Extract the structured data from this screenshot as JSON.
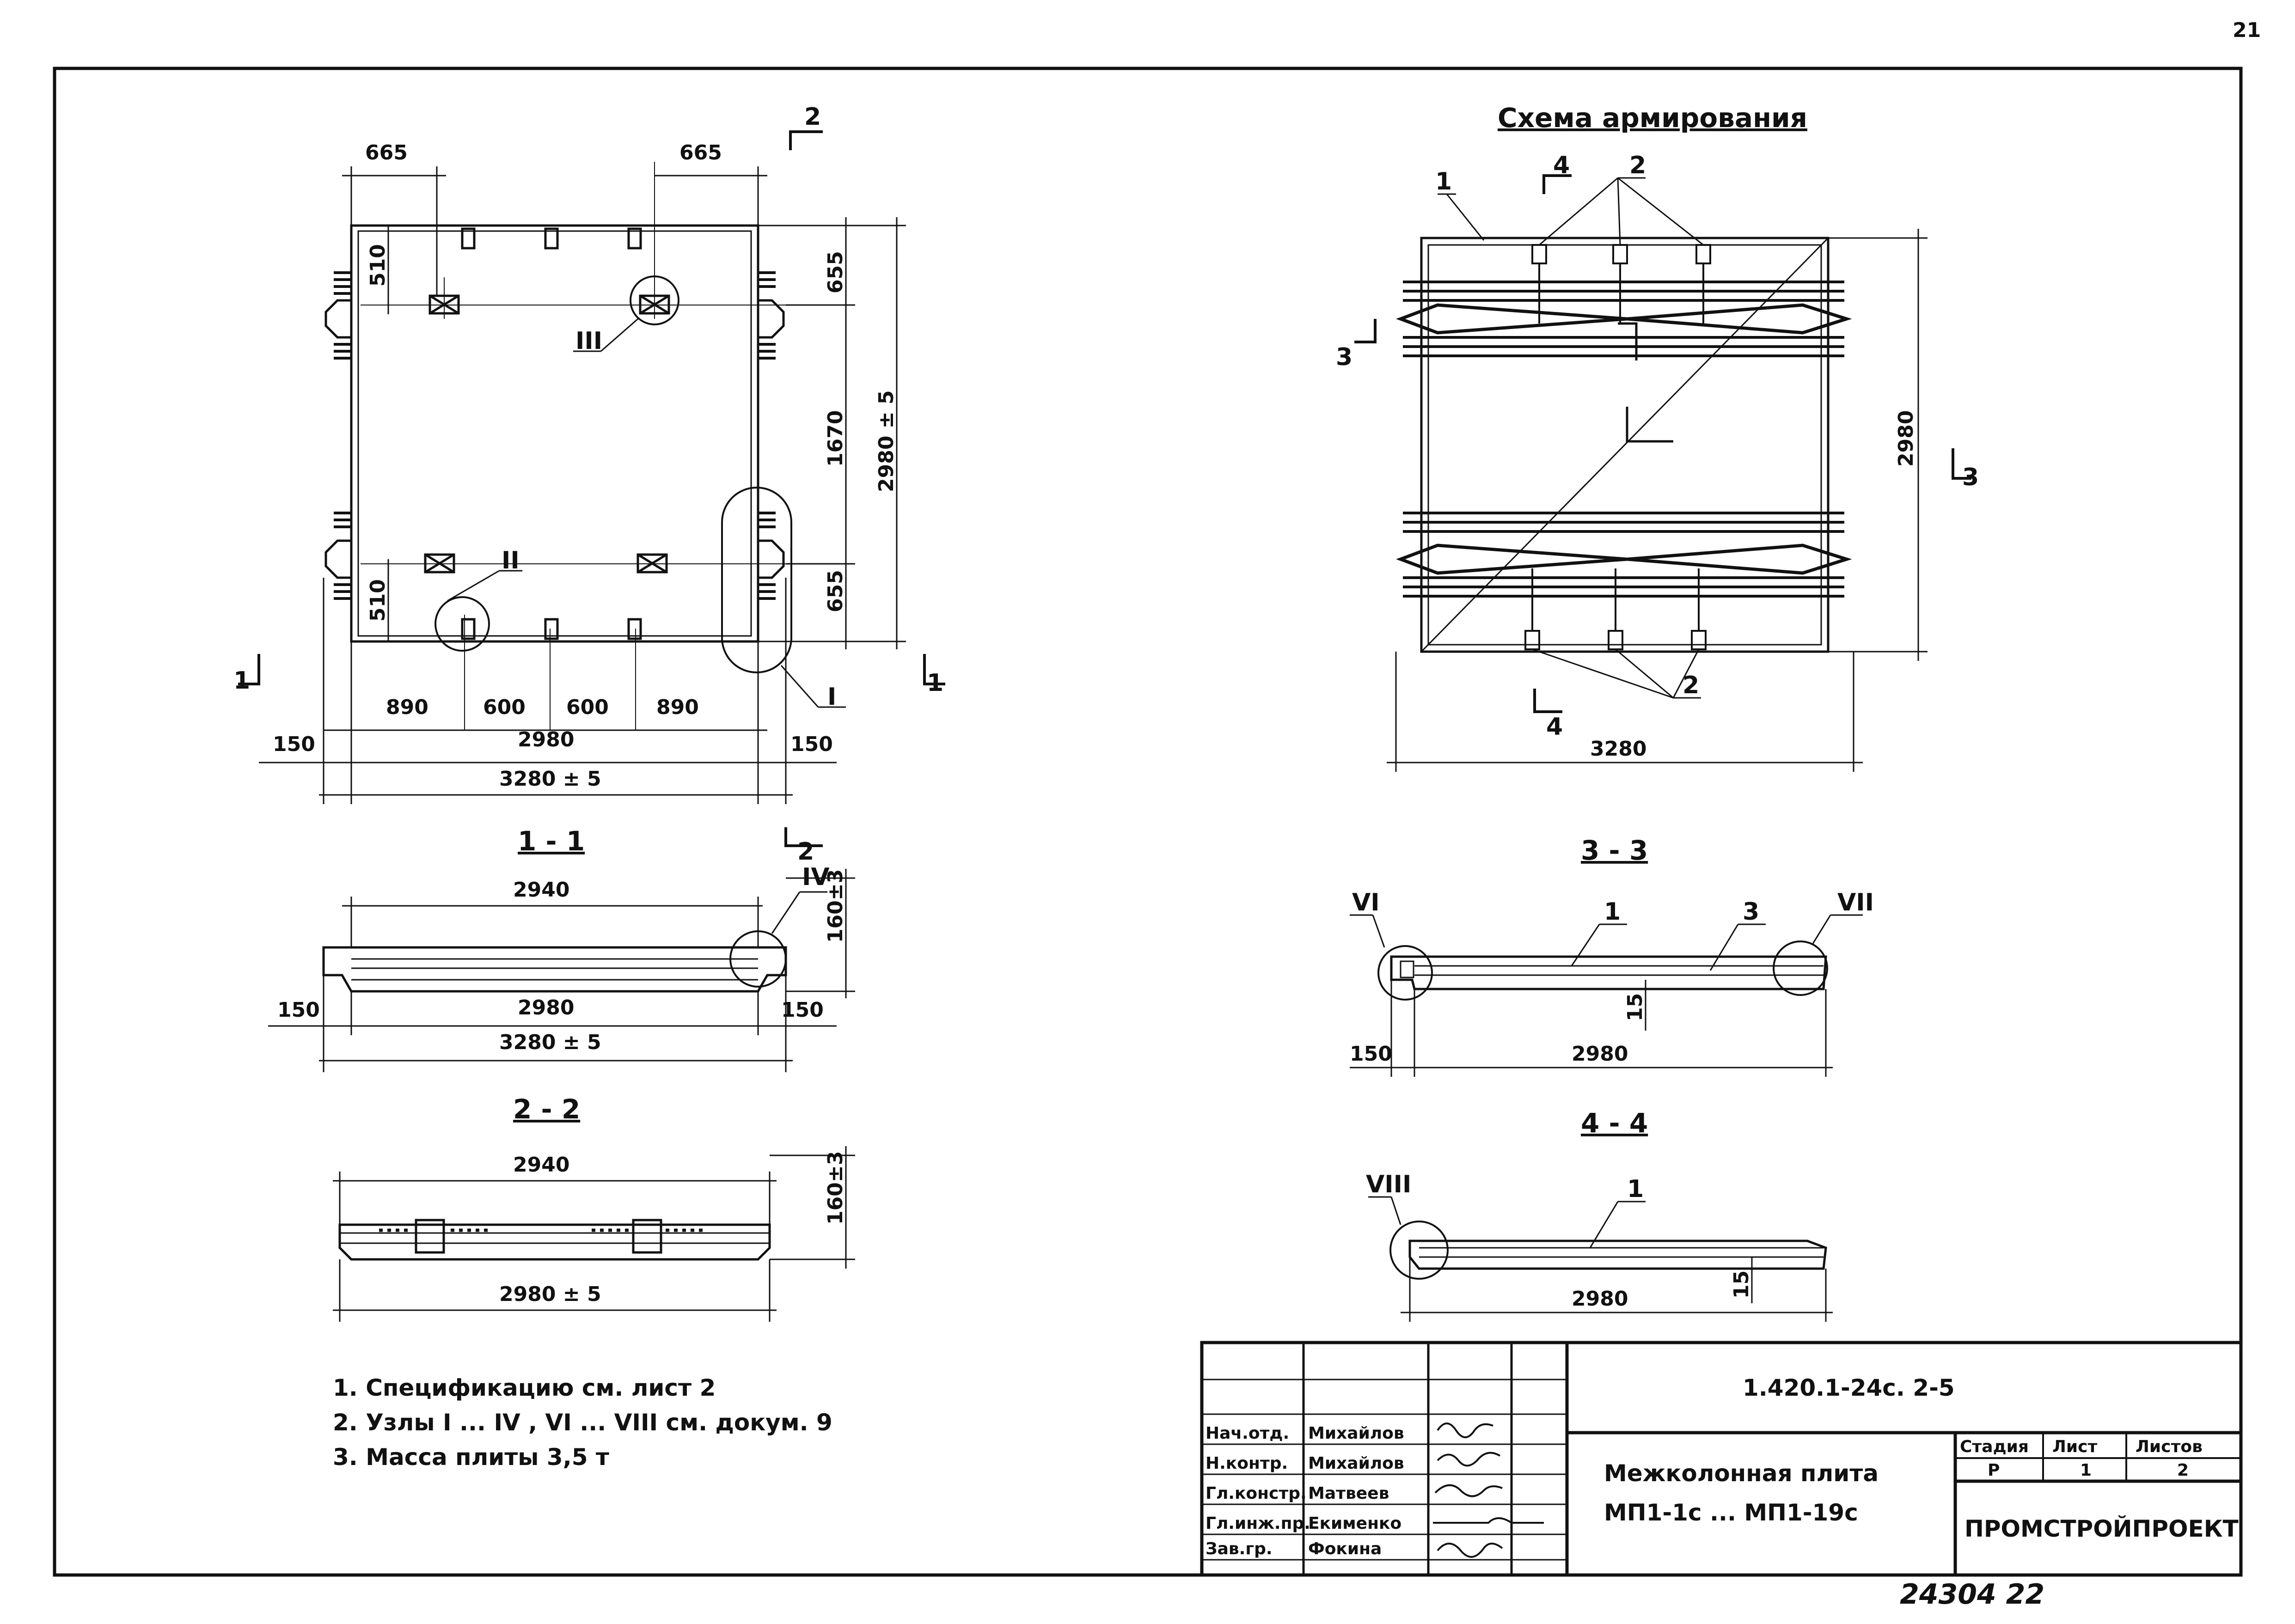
{
  "sheet": {
    "corner_number": "21",
    "handwritten_code": "24304 22"
  },
  "plan": {
    "dim_top_left": "665",
    "dim_top_right": "665",
    "dim_left_top": "510",
    "dim_left_bottom": "510",
    "dim_right_top": "655",
    "dim_right_mid": "1670",
    "dim_right_bottom": "655",
    "dim_right_overall": "2980 ± 5",
    "dim_bottom_1": "890",
    "dim_bottom_2": "600",
    "dim_bottom_3": "600",
    "dim_bottom_4": "890",
    "dim_bottom_inner": "2980",
    "dim_edge_left": "150",
    "dim_edge_right": "150",
    "dim_bottom_overall": "3280 ± 5",
    "cut_1_left": "1",
    "cut_1_right": "1",
    "cut_2_top": "2",
    "cut_2_bottom": "2",
    "node_I": "I",
    "node_II": "II",
    "node_III": "III"
  },
  "section_1_1": {
    "title": "1 - 1",
    "dim_top": "2940",
    "dim_height": "160±3",
    "dim_inner": "2980",
    "dim_left": "150",
    "dim_right": "150",
    "dim_overall": "3280 ± 5",
    "node_IV": "IV"
  },
  "section_2_2": {
    "title": "2 - 2",
    "dim_top": "2940",
    "dim_height": "160±3",
    "dim_overall": "2980 ± 5"
  },
  "reinforcement": {
    "title": "Схема армирования",
    "callout_1": "1",
    "callout_2_top": "2",
    "callout_2_bottom": "2",
    "cut_3_left": "3",
    "cut_3_right": "3",
    "cut_4_top": "4",
    "cut_4_bottom": "4",
    "dim_height": "2980",
    "dim_width": "3280"
  },
  "section_3_3": {
    "title": "3 - 3",
    "callout_1": "1",
    "callout_3": "3",
    "node_VI": "VI",
    "node_VII": "VII",
    "dim_left": "150",
    "dim_thk": "15",
    "dim_width": "2980"
  },
  "section_4_4": {
    "title": "4 - 4",
    "callout_1": "1",
    "node_VIII": "VIII",
    "dim_thk": "15",
    "dim_width": "2980"
  },
  "notes": [
    "1.  Спецификацию см. лист 2",
    "2.  Узлы I ... IV , VI ... VIII см. докум. 9",
    "3.  Масса плиты 3,5 т"
  ],
  "title_block": {
    "doc_code": "1.420.1-24с. 2-5",
    "title_line1": "Межколонная плита",
    "title_line2": "МП1-1с ... МП1-19с",
    "stage_label": "Стадия",
    "sheet_label": "Лист",
    "sheets_label": "Листов",
    "stage_value": "Р",
    "sheet_value": "1",
    "sheets_value": "2",
    "company": "ПРОМСТРОЙПРОЕКТ",
    "roles": [
      "Нач.отд.",
      "Н.контр.",
      "Гл.констр.",
      "Гл.инж.пр.",
      "Зав.гр."
    ],
    "names": [
      "Михайлов",
      "Михайлов",
      "Матвеев",
      "Екименко",
      "Фокина"
    ]
  }
}
